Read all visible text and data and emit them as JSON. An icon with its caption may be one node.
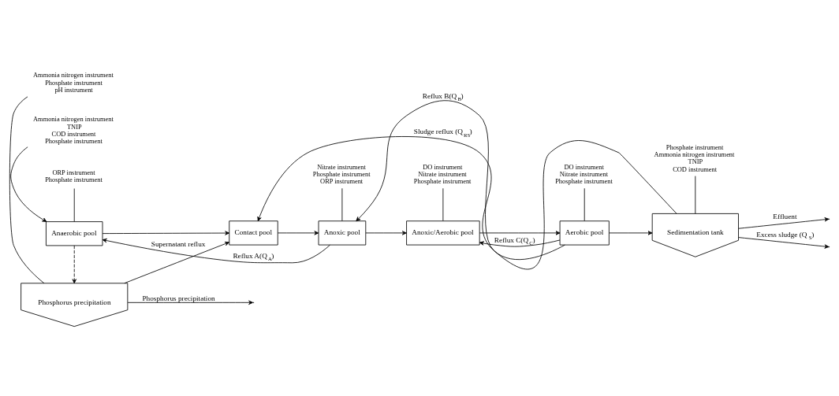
{
  "diagram": {
    "nodes": [
      {
        "text": [
          "Anaerobic pool"
        ]
      },
      {
        "text": [
          "Contact pool"
        ]
      },
      {
        "text": [
          "Anoxic pool"
        ]
      },
      {
        "text": [
          "Anoxic/Aerobic pool"
        ]
      },
      {
        "text": [
          "Aerobic pool"
        ]
      },
      {
        "text": [
          "Sedimentation tank"
        ]
      },
      {
        "text": [
          "Phosphorus precipitation"
        ]
      },
      {
        "text": [
          "Ammonia nitrogen instrument",
          "Phosphate instrument",
          "pH instrument"
        ]
      },
      {
        "text": [
          "Ammonia nitrogen instrument",
          "TNIP",
          "COD instrument",
          "Phosphate instrument"
        ]
      },
      {
        "text": [
          "ORP instrument",
          "Phosphate instrument"
        ]
      },
      {
        "text": [
          "Nitrate instrument",
          "Phosphate instrument",
          "ORP instrument"
        ]
      },
      {
        "text": [
          "DO instrument",
          "Nitrate instrument",
          "Phosphate instrument"
        ]
      },
      {
        "text": [
          "DO instrument",
          "Nitrate instrument",
          "Phosphate instrument"
        ]
      },
      {
        "text": [
          "Phosphate instrument",
          "Ammonia nitrogen instrument",
          "TNIP",
          "COD instrument"
        ]
      }
    ],
    "edges": [
      {
        "from": 7,
        "to": 6,
        "arrow": "none"
      },
      {
        "from": 8,
        "to": 0,
        "arrow": "to"
      },
      {
        "from": 9,
        "to": 0,
        "arrow": "none"
      },
      {
        "from": 10,
        "to": 2,
        "arrow": "none"
      },
      {
        "from": 11,
        "to": 3,
        "arrow": "none"
      },
      {
        "from": 12,
        "to": 4,
        "arrow": "none"
      },
      {
        "from": 13,
        "to": 5,
        "arrow": "none"
      },
      {
        "from": 0,
        "to": 1,
        "arrow": "to"
      },
      {
        "from": 1,
        "to": 2,
        "arrow": "to"
      },
      {
        "from": 2,
        "to": 3,
        "arrow": "to"
      },
      {
        "from": 3,
        "to": 4,
        "arrow": "to"
      },
      {
        "from": 4,
        "to": 5,
        "arrow": "to"
      },
      {
        "from": 5,
        "to": null,
        "arrow": "to",
        "label": "Effluent"
      },
      {
        "from": 2,
        "to": 0,
        "arrow": "to",
        "label": "Reflux A(Q$_{A}$)"
      },
      {
        "from": 4,
        "to": 3,
        "arrow": "to",
        "label": "Reflux C(Q$_{C}$)"
      },
      {
        "from": 4,
        "to": 2,
        "arrow": "to",
        "label": "Reflux B(Q$_{B}$)"
      },
      {
        "from": 5,
        "to": 1,
        "arrow": "to",
        "label": "Sludge reflux (Q$_{RS}$)"
      },
      {
        "from": 5,
        "to": null,
        "arrow": "to",
        "label": "Excess sludge (Q$_{S}$)"
      },
      {
        "from": 0,
        "to": 6,
        "arrow": "to",
        "style": "dashed"
      },
      {
        "from": 6,
        "to": 1,
        "arrow": "to",
        "label": "Supernatant reflux"
      },
      {
        "from": 6,
        "to": null,
        "arrow": "to",
        "label": "Phosphorus precipitation"
      }
    ]
  }
}
